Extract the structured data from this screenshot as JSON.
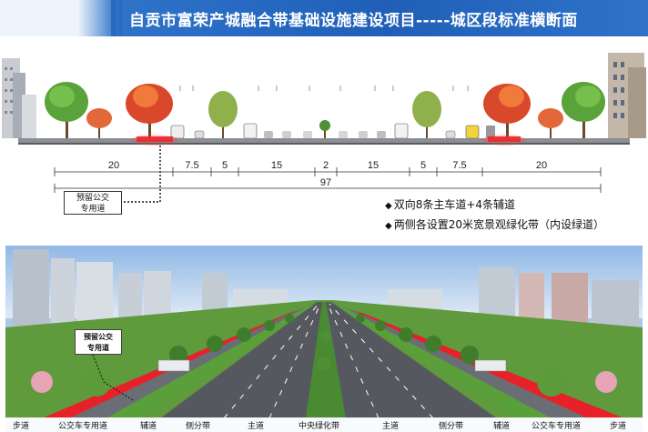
{
  "header": {
    "title": "自贡市富荣产城融合带基础设施建设项目-----城区段标准横断面"
  },
  "cross_section": {
    "dimensions": [
      "20",
      "7.5",
      "5",
      "15",
      "2",
      "15",
      "5",
      "7.5",
      "20"
    ],
    "total_width": "97",
    "bus_lane_callout": [
      "预留公交",
      "专用道"
    ],
    "bullets": [
      "双向8条主车道+4条辅道",
      "两侧各设置20米宽景观绿化带（内设绿道）"
    ],
    "bullet_mark": "◆",
    "colors": {
      "bus_lane": "#e8202a",
      "road": "#5a5a5a",
      "ground": "#8a8f95"
    }
  },
  "rendering": {
    "bus_lane_callout": [
      "预留公交",
      "专用道"
    ],
    "legend": [
      "步道",
      "公交车专用道",
      "辅道",
      "侧分带",
      "主道",
      "中央绿化带",
      "主道",
      "侧分带",
      "辅道",
      "公交车专用道",
      "步道"
    ]
  }
}
